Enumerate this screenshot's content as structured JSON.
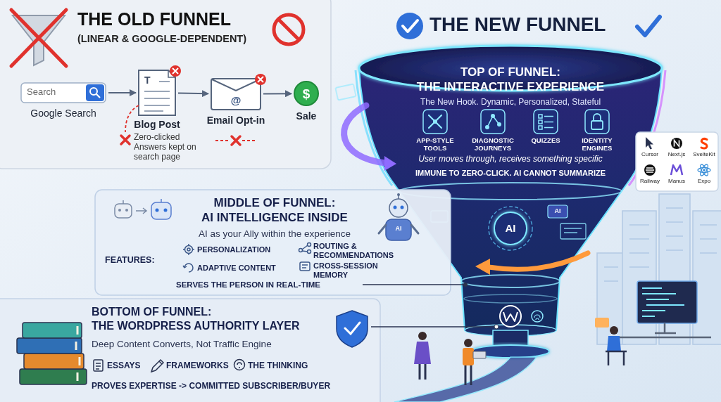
{
  "diagram": {
    "nodes": [
      {
        "text": [
          "THE OLD FUNNEL",
          "(LINEAR & GOOGLE-DEPENDENT)"
        ]
      },
      {
        "text": [
          "Search",
          "Google Search"
        ],
        "in": 0
      },
      {
        "text": [
          "T",
          "Blog Post"
        ],
        "in": 0
      },
      {
        "text": [
          "@",
          "Email Opt-in"
        ],
        "in": 0
      },
      {
        "text": [
          "$",
          "Sale"
        ],
        "in": 0
      },
      {
        "text": [
          "TOP OF FUNNEL:",
          "THE INTERACTIVE EXPERIENCE",
          "The New Hook. Dynamic, Personalized, Stateful",
          "User moves through, receives something specific",
          "IMMUNE TO ZERO-CLICK. AI CANNOT SUMMARIZE"
        ]
      },
      {
        "text": [
          "APP-STYLE TOOLS"
        ],
        "in": 5
      },
      {
        "text": [
          "DIAGNOSTIC JOURNEYS"
        ],
        "in": 5
      },
      {
        "text": [
          "QUIZZES"
        ],
        "in": 5
      },
      {
        "text": [
          "IDENTITY ENGINES"
        ],
        "in": 5
      },
      {
        "text": [
          "Cursor",
          "Next.js",
          "SvelteKit",
          "Railway",
          "Manus",
          "Expo"
        ]
      },
      {
        "text": [
          "MIDDLE OF FUNNEL:",
          "AI INTELLIGENCE INSIDE",
          "AI as your Ally within the experience",
          "FEATURES:",
          "PERSONALIZATION",
          "ROUTING & RECOMMENDATIONS",
          "ADAPTIVE CONTENT",
          "CROSS-SESSION MEMORY",
          "SERVES THE PERSON IN REAL-TIME"
        ]
      },
      {
        "text": [
          "AI"
        ]
      },
      {
        "text": [
          "BOTTOM OF FUNNEL:",
          "THE WORDPRESS AUTHORITY LAYER",
          "Deep Content Converts, Not Traffic Engine",
          "ESSAYS",
          "FRAMEWORKS",
          "THE THINKING",
          "PROVES EXPERTISE -> COMMITTED SUBSCRIBER/BUYER"
        ]
      }
    ],
    "edges": [
      {
        "from": 1,
        "to": 2,
        "arrow": "to"
      },
      {
        "from": 2,
        "to": 3,
        "arrow": "to"
      },
      {
        "from": 3,
        "to": 4,
        "arrow": "to"
      }
    ],
    "labels": [
      "THE NEW FUNNEL",
      "Zero-clicked Answers kept on search page",
      "AI",
      "AI"
    ]
  }
}
